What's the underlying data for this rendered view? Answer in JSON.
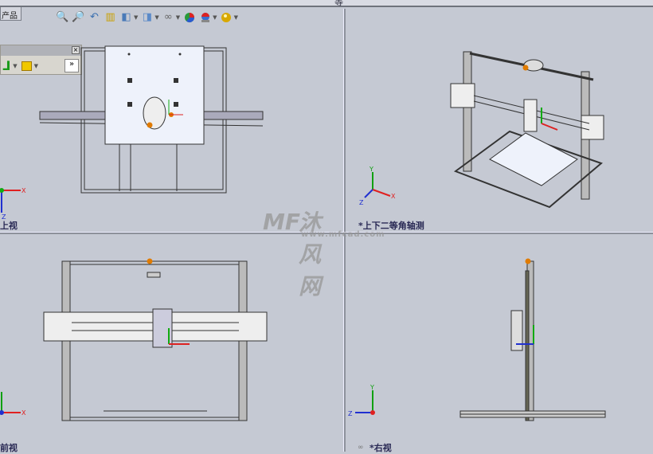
{
  "topbar": {
    "tab_fragment": "等"
  },
  "product_tab": "产品",
  "toolbar": {
    "icons": [
      "zoom-to-fit-icon",
      "zoom-area-icon",
      "previous-view-icon",
      "section-view-icon",
      "view-orientation-icon",
      "display-style-icon",
      "hide-show-items-icon",
      "edit-appearance-icon",
      "apply-scene-icon",
      "view-settings-icon"
    ]
  },
  "panel": {
    "expand": "»"
  },
  "viewports": {
    "top": {
      "label": "上视"
    },
    "iso": {
      "label": "*上下二等角轴测"
    },
    "front": {
      "label": "前视"
    },
    "right": {
      "label": "*右视"
    }
  },
  "axes": {
    "x": "X",
    "y": "Y",
    "z": "Z"
  },
  "watermark": {
    "logo": "MF",
    "name": "沐风网",
    "url": "www.mfcad.com"
  },
  "colors": {
    "background": "#c5c9d3",
    "x_axis": "#e02020",
    "y_axis": "#10a010",
    "z_axis": "#2030d0"
  }
}
